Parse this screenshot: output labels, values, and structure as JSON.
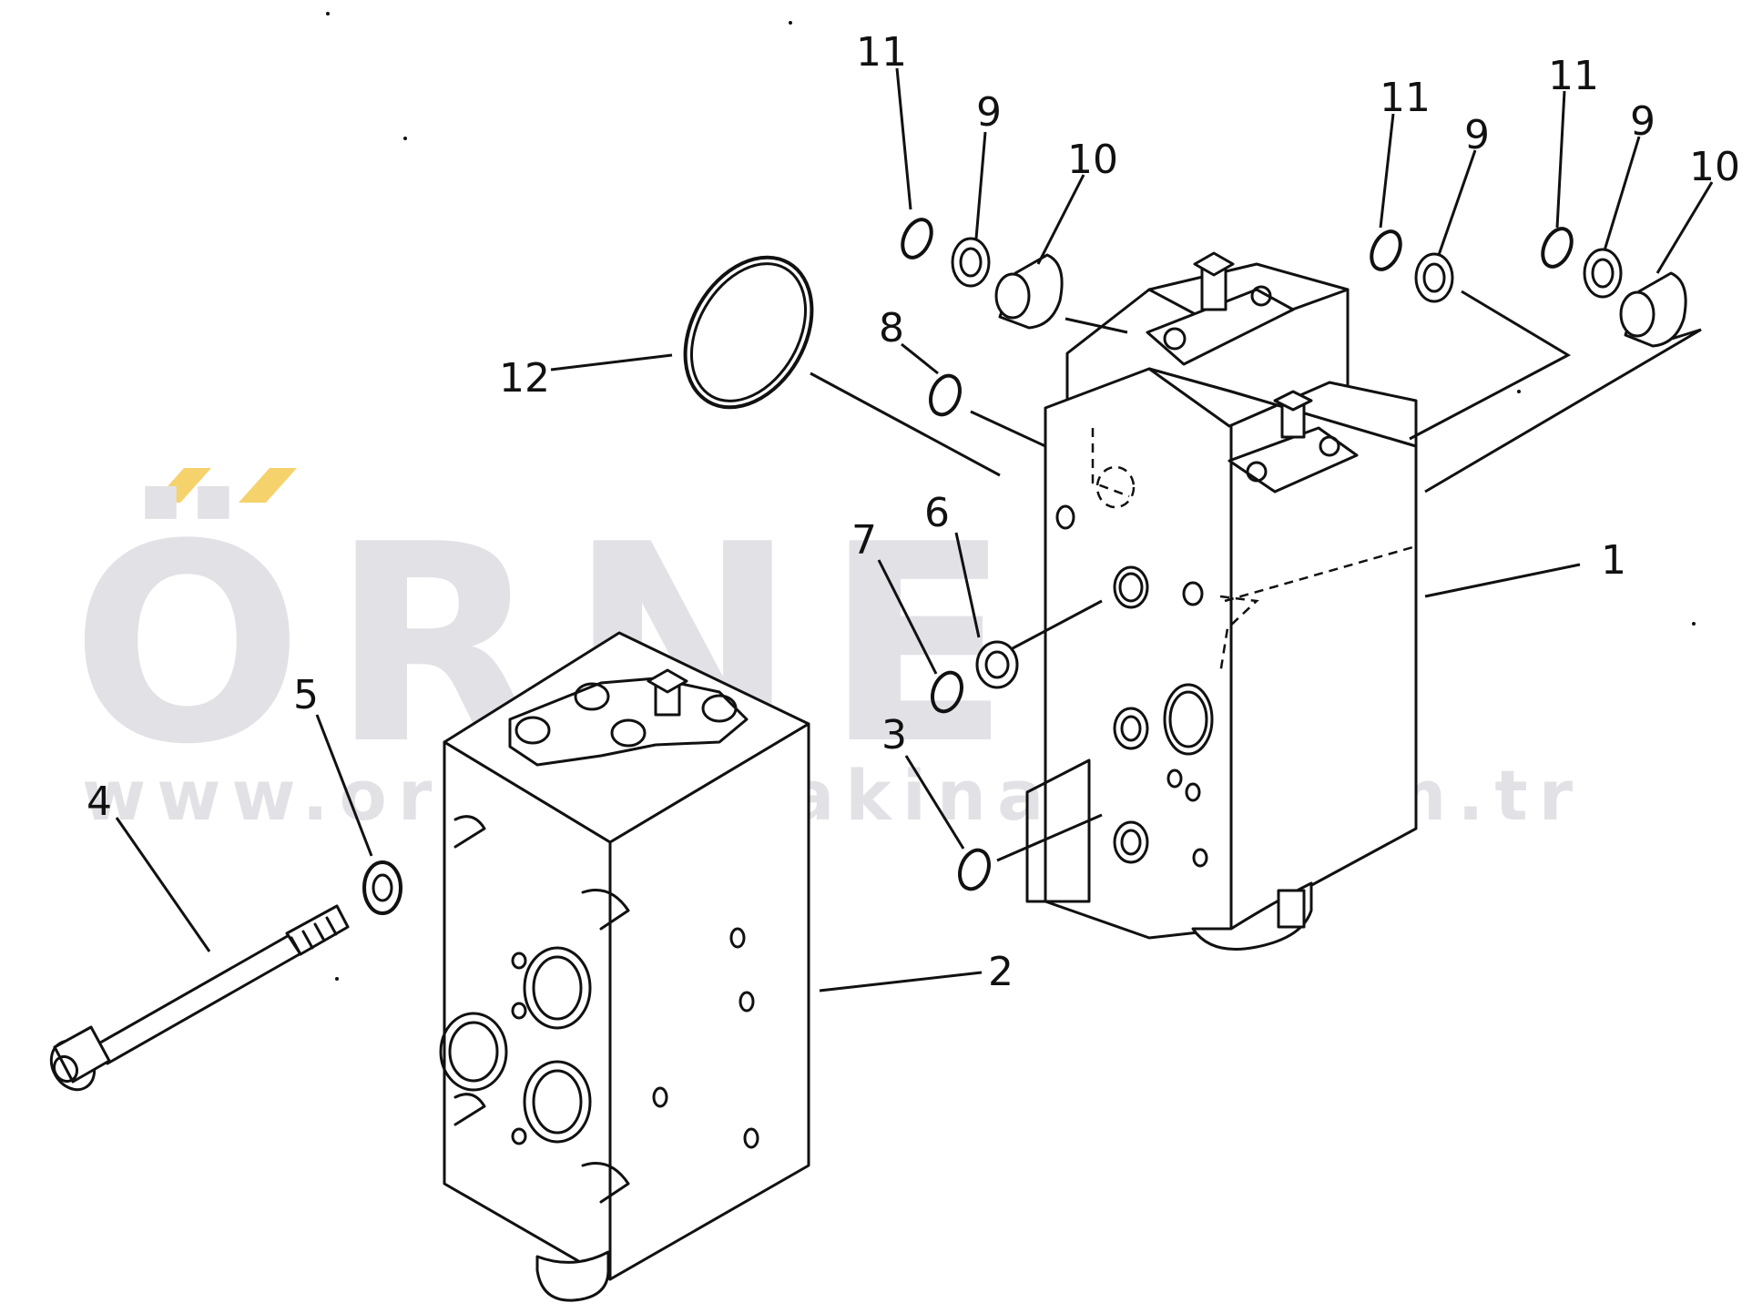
{
  "watermark": {
    "brand": "ÖRNEK",
    "url": "www.ornekismakinalari.com.tr",
    "accent_color": "#f5d26b",
    "text_color": "#e2e2e6"
  },
  "callouts": {
    "c1": "1",
    "c2": "2",
    "c3": "3",
    "c4": "4",
    "c5": "5",
    "c6": "6",
    "c7": "7",
    "c8": "8",
    "c9a": "9",
    "c9b": "9",
    "c9c": "9",
    "c10a": "10",
    "c10b": "10",
    "c11a": "11",
    "c11b": "11",
    "c11c": "11",
    "c12": "12"
  }
}
